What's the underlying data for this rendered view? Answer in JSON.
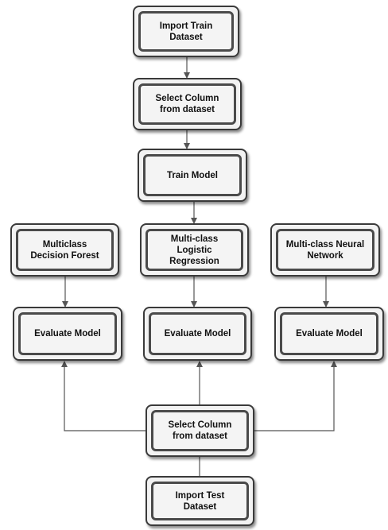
{
  "nodes": {
    "import_train": "Import Train Dataset",
    "select_column_top": "Select Column from dataset",
    "train_model": "Train Model",
    "decision_forest": "Multiclass Decision Forest",
    "logistic_regression": "Multi-class Logistic Regression",
    "neural_network": "Multi-class Neural Network",
    "evaluate_left": "Evaluate Model",
    "evaluate_center": "Evaluate Model",
    "evaluate_right": "Evaluate Model",
    "select_column_bottom": "Select Column from dataset",
    "import_test": "Import Test Dataset"
  }
}
